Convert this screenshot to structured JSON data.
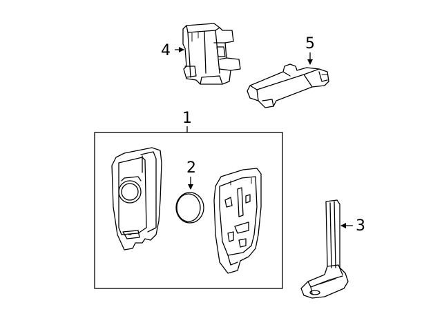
{
  "diagram": {
    "callouts": {
      "part_1": "1",
      "part_2": "2",
      "part_3": "3",
      "part_4": "4",
      "part_5": "5"
    }
  }
}
